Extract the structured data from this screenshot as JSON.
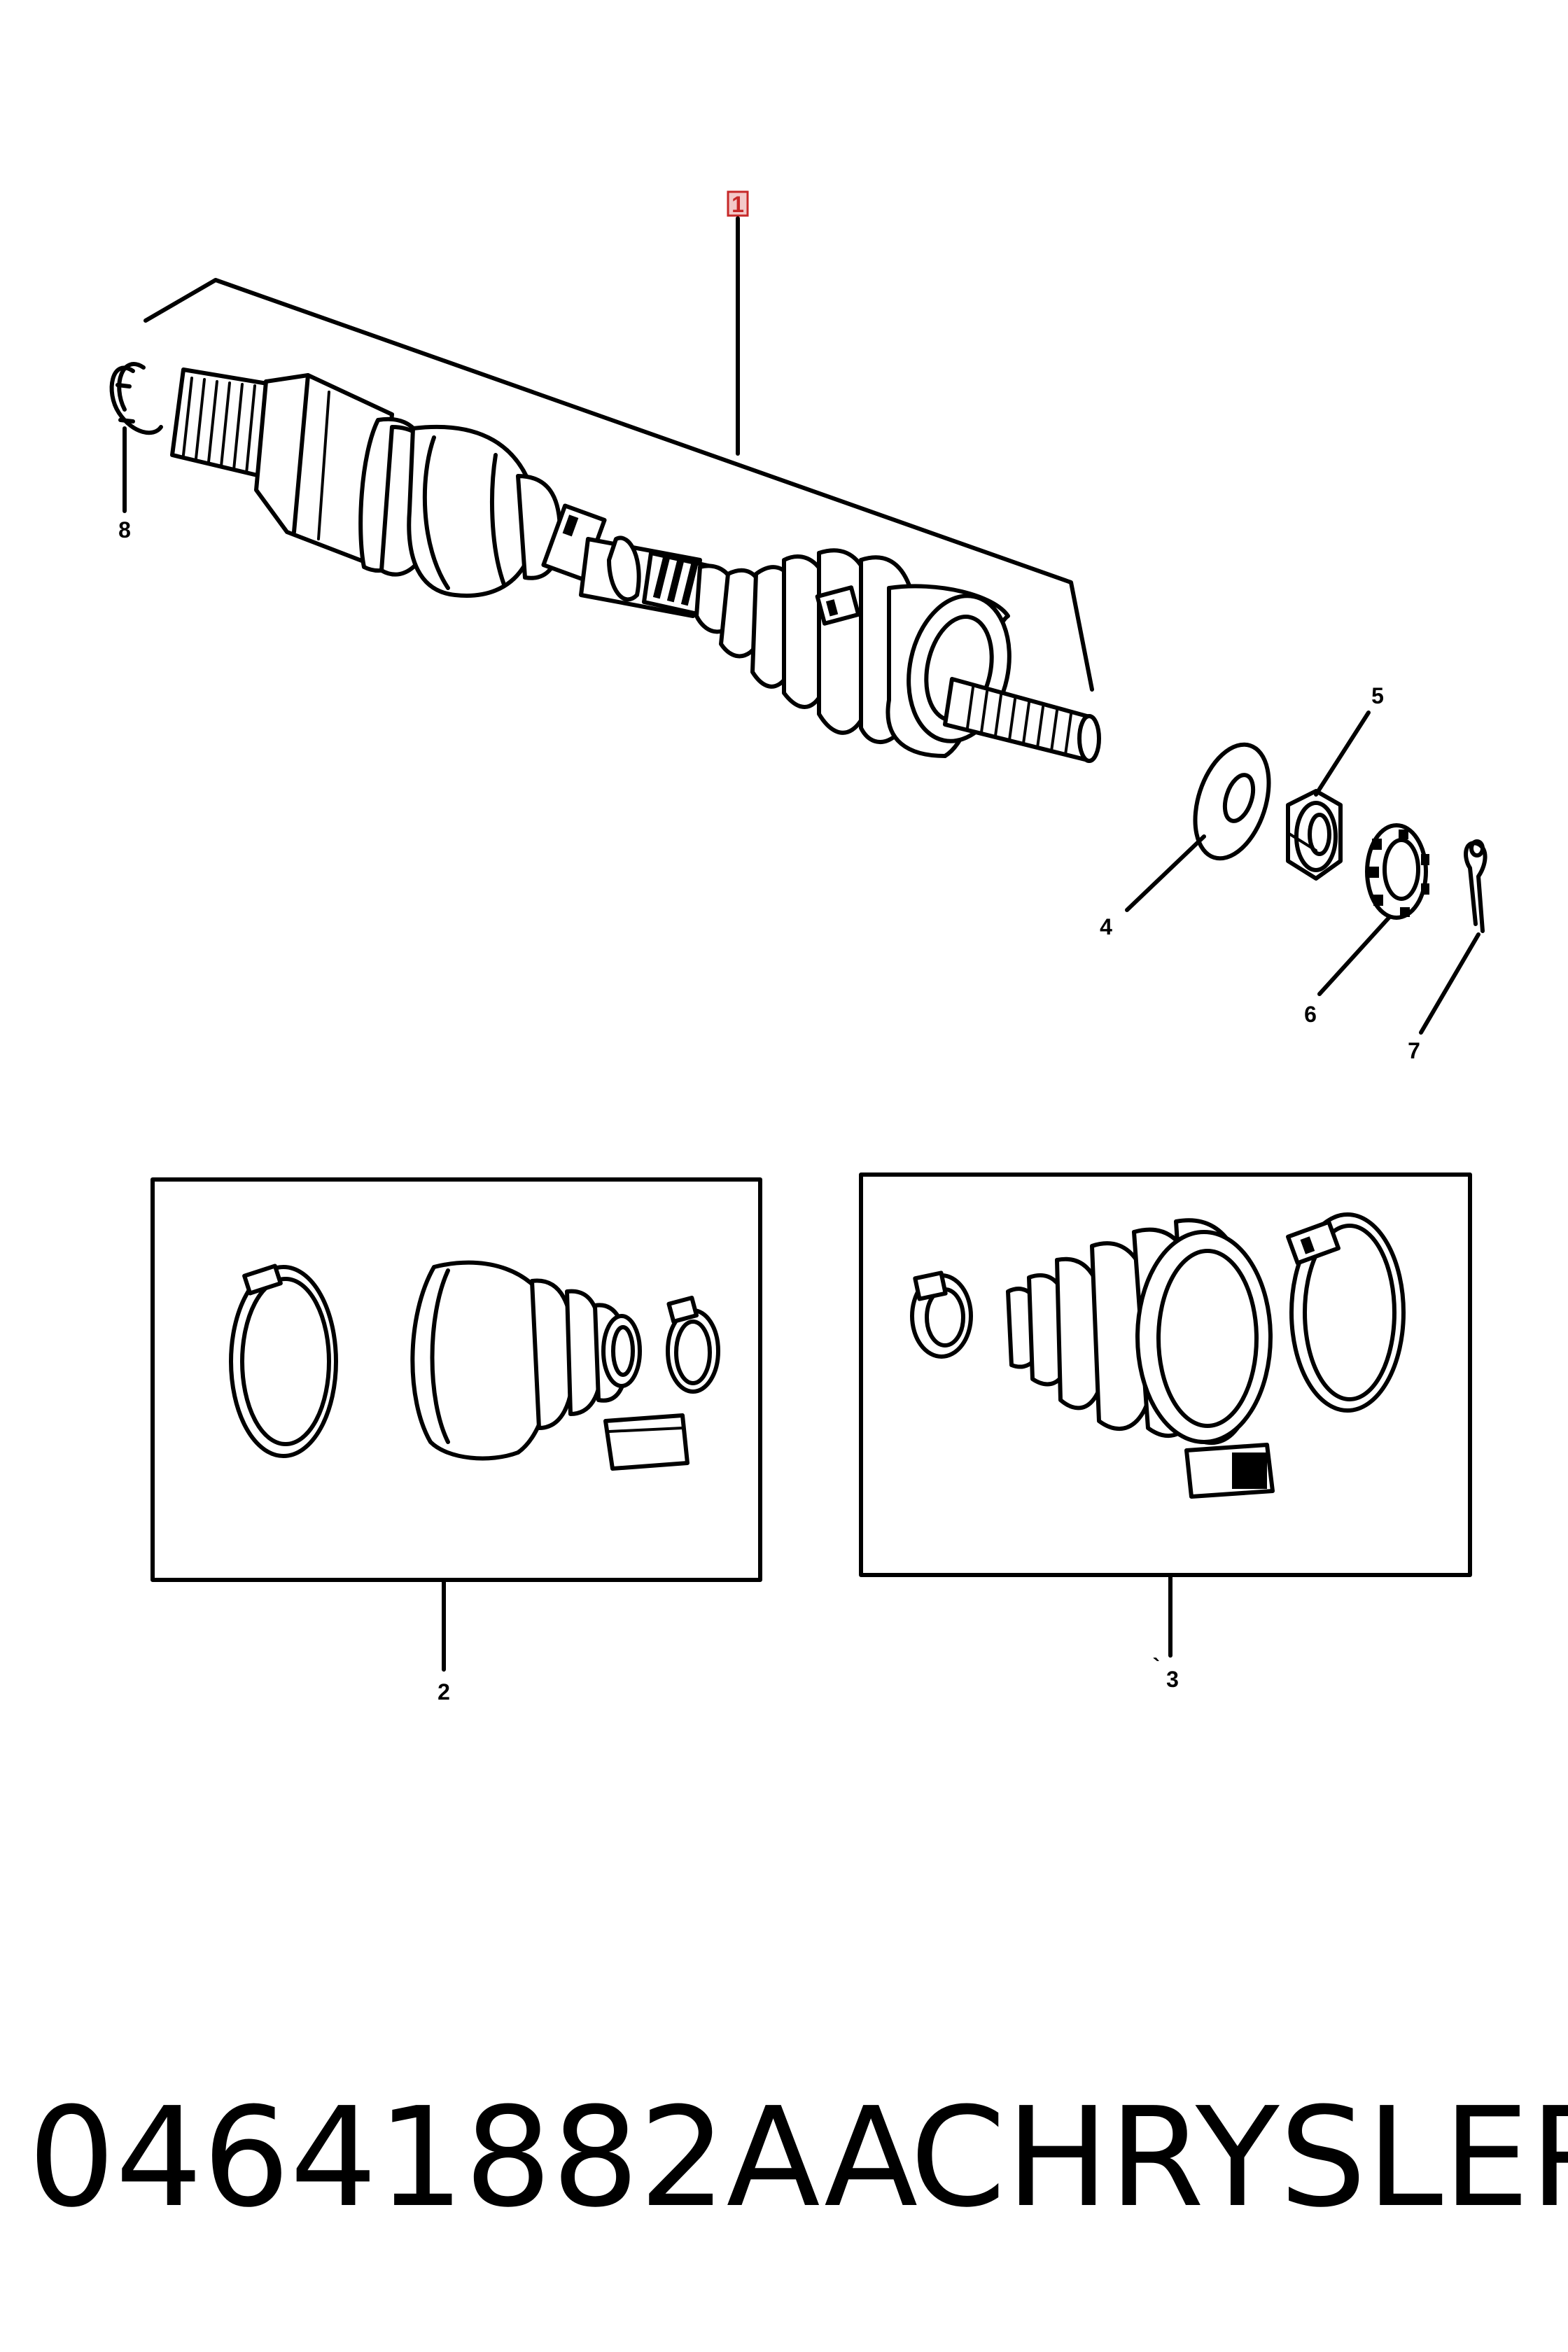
{
  "callouts": {
    "c1": "1",
    "c2": "2",
    "c3": "3",
    "c3_mark": "`",
    "c4": "4",
    "c5": "5",
    "c6": "6",
    "c7": "7",
    "c8": "8"
  },
  "footer": {
    "part_number": "04641882AA",
    "brand": "CHRYSLER"
  },
  "colors": {
    "line": "#000000",
    "background": "#ffffff",
    "highlight": "#c62828"
  }
}
